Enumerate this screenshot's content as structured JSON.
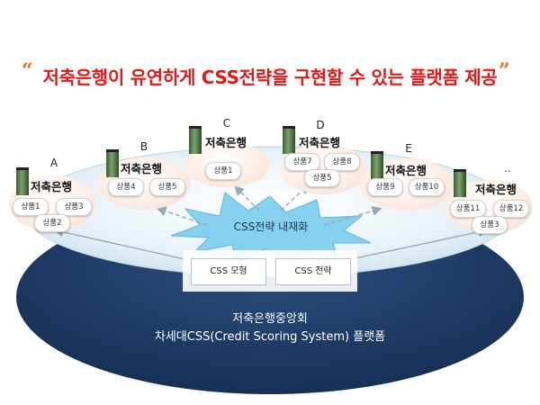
{
  "title": "저축은행이 유연하게 CSS전략을 구현할 수 있는 플랫폼 제공",
  "quote_open": "“",
  "quote_close": "”",
  "center_label": "CSS전략 내재화",
  "platform": {
    "box_model": "CSS 모형",
    "box_strategy": "CSS 전략",
    "line1": "저축은행중앙회",
    "line2": "차세대CSS(Credit Scoring System) 플랫폼"
  },
  "banks": [
    {
      "letter": "A",
      "name": "저축은행",
      "products": [
        "상품1",
        "상품3",
        "상품2"
      ]
    },
    {
      "letter": "B",
      "name": "저축은행",
      "products": [
        "상품4",
        "상품5"
      ]
    },
    {
      "letter": "C",
      "name": "저축은행",
      "products": [
        "상품1"
      ]
    },
    {
      "letter": "D",
      "name": "저축은행",
      "products": [
        "상품7",
        "상품8",
        "상품5"
      ]
    },
    {
      "letter": "E",
      "name": "저축은행",
      "products": [
        "상품9",
        "상품10"
      ]
    },
    {
      "letter": "..",
      "name": "저축은행",
      "products": [
        "상품11",
        "상품12",
        "상품3"
      ]
    }
  ],
  "colors": {
    "title": "#e01818",
    "quote": "#e8701a",
    "platform_dark": "#1d3a66",
    "platform_light": "#d7e9f3",
    "burst": "#86d0f0"
  }
}
